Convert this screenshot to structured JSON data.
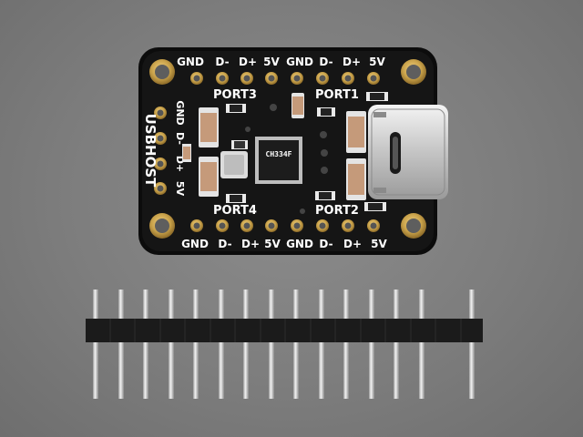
{
  "photo": {
    "board": {
      "top_pin_labels": [
        "GND",
        "D-",
        "D+",
        "5V",
        "GND",
        "D-",
        "D+",
        "5V"
      ],
      "bottom_pin_labels": [
        "GND",
        "D-",
        "D+",
        "5V",
        "GND",
        "D-",
        "D+",
        "5V"
      ],
      "side_pin_labels": [
        "GND",
        "D-",
        "D+",
        "5V"
      ],
      "side_title": "USBHOST",
      "port_labels": {
        "port1": "PORT1",
        "port2": "PORT2",
        "port3": "PORT3",
        "port4": "PORT4"
      },
      "chip_marking": "CH334F"
    },
    "header_pin_count": 15,
    "colors": {
      "background": "#7d7d7d",
      "pcb": "#111111",
      "gold": "#c9a24a",
      "silkscreen": "#ffffff"
    }
  }
}
